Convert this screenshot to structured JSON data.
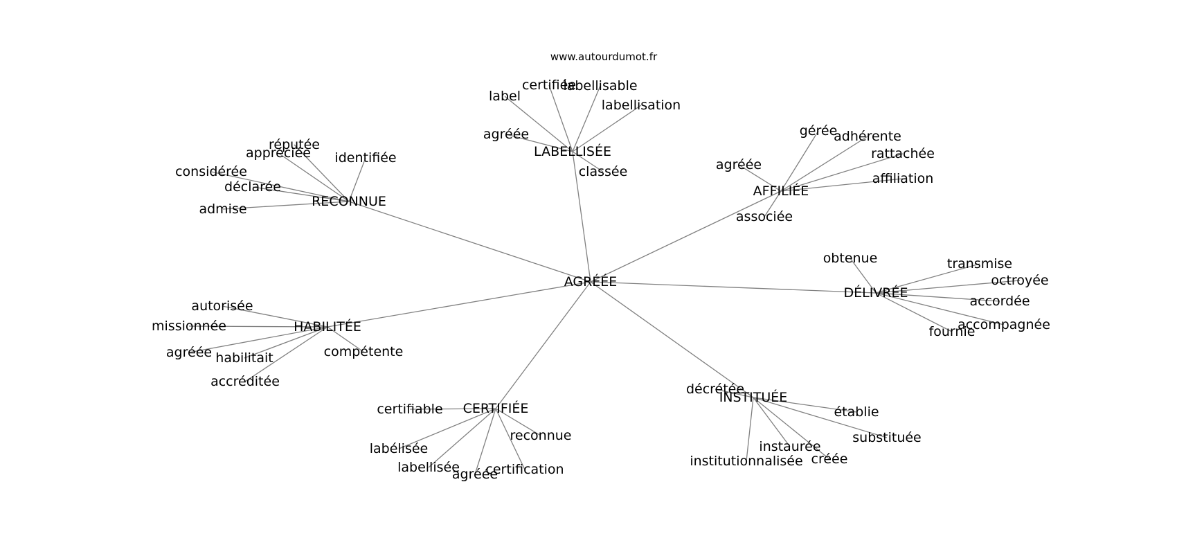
{
  "site": "www.autourdumot.fr",
  "colors": {
    "edge": "#808080",
    "text": "#000000",
    "background": "#ffffff"
  },
  "graph": {
    "center": "AGRÉÉE",
    "clusters": [
      {
        "hub": "RECONNUE",
        "leaves": [
          "réputée",
          "appréciée",
          "identifiée",
          "considérée",
          "déclarée",
          "admise"
        ]
      },
      {
        "hub": "LABELLISÉE",
        "leaves": [
          "label",
          "certifiée",
          "labellisable",
          "labellisation",
          "agréée",
          "classée"
        ]
      },
      {
        "hub": "AFFILIÉE",
        "leaves": [
          "gérée",
          "adhérente",
          "rattachée",
          "agréée",
          "affiliation",
          "associée"
        ]
      },
      {
        "hub": "DÉLIVRÉE",
        "leaves": [
          "obtenue",
          "transmise",
          "octroyée",
          "accordée",
          "accompagnée",
          "fournie"
        ]
      },
      {
        "hub": "HABILITÉE",
        "leaves": [
          "autorisée",
          "missionnée",
          "agréée",
          "habilitait",
          "compétente",
          "accréditée"
        ]
      },
      {
        "hub": "CERTIFIÉE",
        "leaves": [
          "certifiable",
          "reconnue",
          "labélisée",
          "labellisée",
          "agréée",
          "certification"
        ]
      },
      {
        "hub": "INSTITUÉE",
        "leaves": [
          "décrétée",
          "établie",
          "substituée",
          "instaurée",
          "institutionnalisée",
          "créée"
        ]
      }
    ]
  }
}
